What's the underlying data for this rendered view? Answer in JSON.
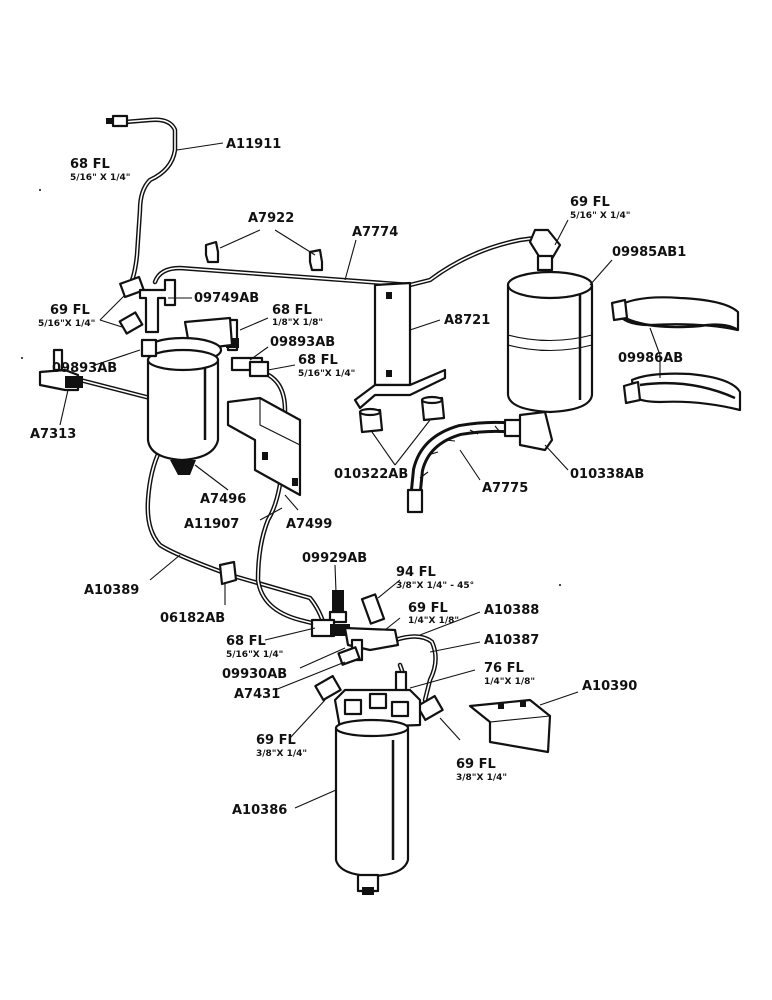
{
  "labels": {
    "a11911": "A11911",
    "fl68_top": "68 FL",
    "fl68_top_size": "5/16\" X 1/4\"",
    "a7922": "A7922",
    "a7774": "A7774",
    "fl69_tr": "69 FL",
    "fl69_tr_size": "5/16\" X 1/4\"",
    "p09985ab1": "09985AB1",
    "fl69_left": "69 FL",
    "fl69_left_size": "5/16\"X 1/4\"",
    "p09749ab": "09749AB",
    "fl68_mid": "68 FL",
    "fl68_mid_size": "1/8\"X 1/8\"",
    "a8721": "A8721",
    "p09893ab_l": "09893AB",
    "p09893ab_r": "09893AB",
    "fl68_r": "68 FL",
    "fl68_r_size": "5/16\"X 1/4\"",
    "p09986ab": "09986AB",
    "a7313": "A7313",
    "p010322ab": "010322AB",
    "a7775": "A7775",
    "p010338ab": "010338AB",
    "a7496": "A7496",
    "a11907": "A11907",
    "a7499": "A7499",
    "p09929ab": "09929AB",
    "a10389": "A10389",
    "fl94": "94 FL",
    "fl94_size": "3/8\"X 1/4\" - 45°",
    "p06182ab": "06182AB",
    "fl69_c": "69 FL",
    "fl69_c_size": "1/4\"X 1/8\"",
    "a10388": "A10388",
    "a10387": "A10387",
    "fl68_b": "68 FL",
    "fl68_b_size": "5/16\"X 1/4\"",
    "p09930ab": "09930AB",
    "fl76": "76 FL",
    "fl76_size": "1/4\"X 1/8\"",
    "a7431": "A7431",
    "a10390": "A10390",
    "fl69_bl": "69 FL",
    "fl69_bl_size": "3/8\"X 1/4\"",
    "fl69_br": "69 FL",
    "fl69_br_size": "3/8\"X 1/4\"",
    "a10386": "A10386"
  }
}
